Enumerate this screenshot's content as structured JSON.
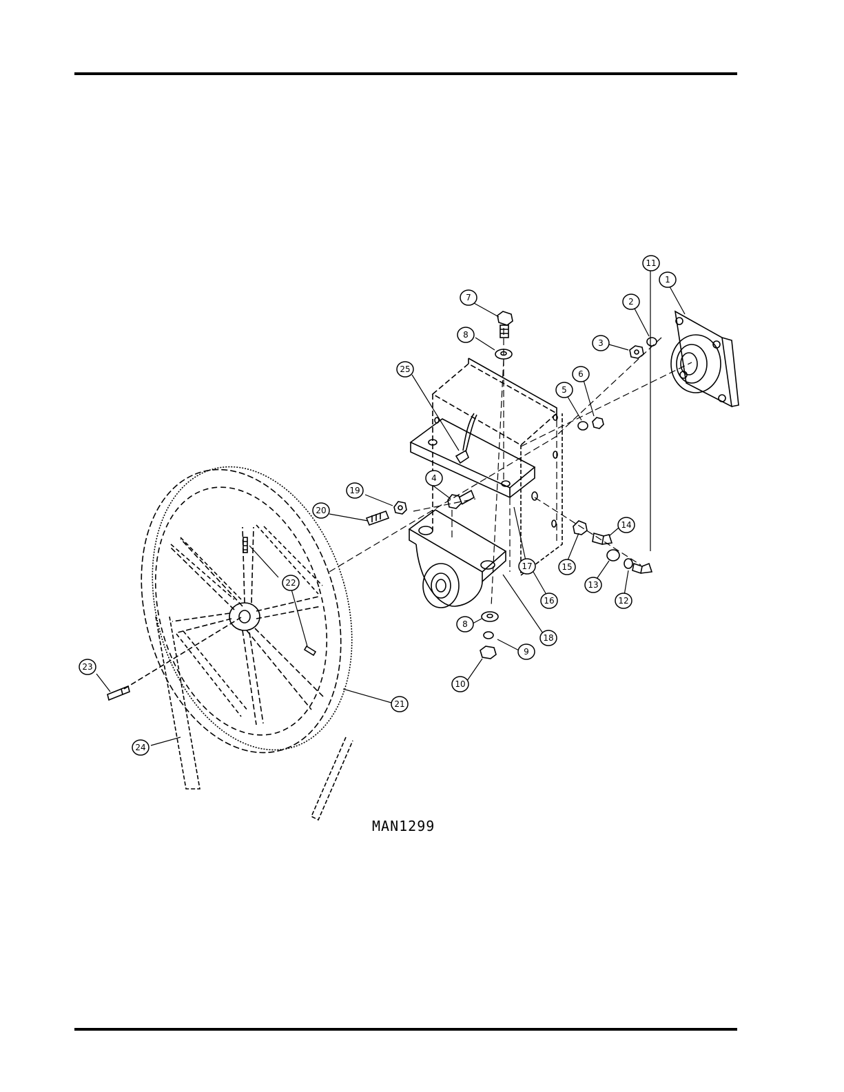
{
  "drawing_code": "MAN1299",
  "callouts": [
    {
      "id": "c1",
      "text": "1"
    },
    {
      "id": "c2",
      "text": "2"
    },
    {
      "id": "c3",
      "text": "3"
    },
    {
      "id": "c4",
      "text": "4"
    },
    {
      "id": "c5",
      "text": "5"
    },
    {
      "id": "c6",
      "text": "6"
    },
    {
      "id": "c7",
      "text": "7"
    },
    {
      "id": "c8a",
      "text": "8"
    },
    {
      "id": "c8b",
      "text": "8"
    },
    {
      "id": "c9",
      "text": "9"
    },
    {
      "id": "c10",
      "text": "10"
    },
    {
      "id": "c11",
      "text": "11"
    },
    {
      "id": "c12",
      "text": "12"
    },
    {
      "id": "c13",
      "text": "13"
    },
    {
      "id": "c14",
      "text": "14"
    },
    {
      "id": "c15",
      "text": "15"
    },
    {
      "id": "c16",
      "text": "16"
    },
    {
      "id": "c17",
      "text": "17"
    },
    {
      "id": "c18",
      "text": "18"
    },
    {
      "id": "c19",
      "text": "19"
    },
    {
      "id": "c20",
      "text": "20"
    },
    {
      "id": "c21",
      "text": "21"
    },
    {
      "id": "c22",
      "text": "22"
    },
    {
      "id": "c23",
      "text": "23"
    },
    {
      "id": "c24",
      "text": "24"
    },
    {
      "id": "c25",
      "text": "25"
    }
  ]
}
